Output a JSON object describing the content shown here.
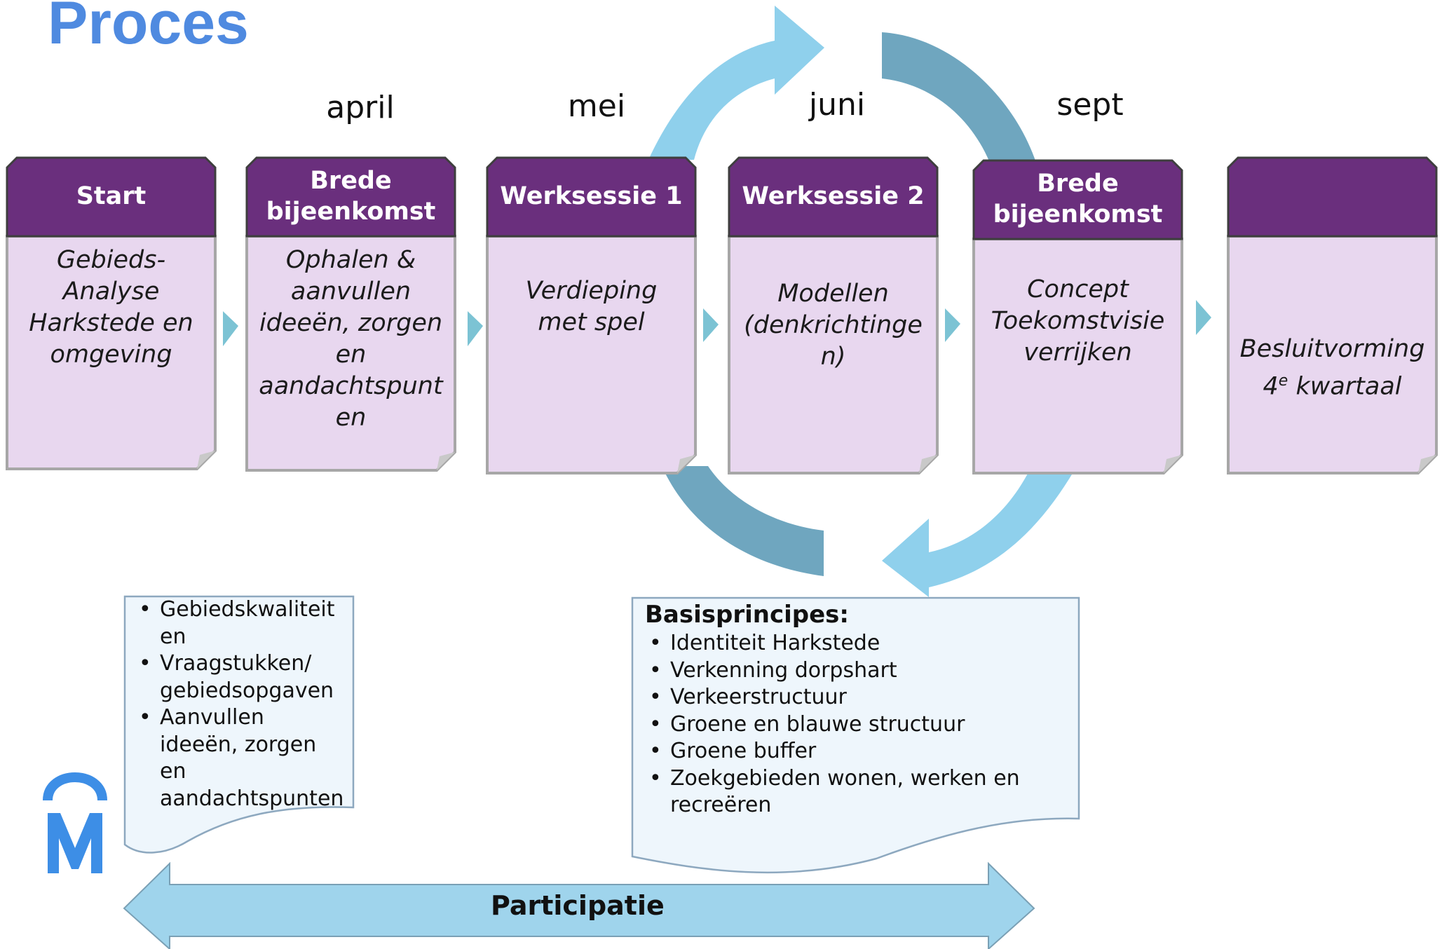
{
  "title": "Proces",
  "months": [
    "april",
    "mei",
    "juni",
    "sept"
  ],
  "steps": [
    {
      "header": "Start",
      "body": "Gebieds-\nAnalyse\nHarkstede en\nomgeving"
    },
    {
      "header": "Brede\nbijeenkomst",
      "body": "Ophalen &\naanvullen\nideeën, zorgen\nen\naandachtspunt\nen"
    },
    {
      "header": "Werksessie 1",
      "body": "Verdieping\nmet spel"
    },
    {
      "header": "Werksessie 2",
      "body": "Modellen\n(denkrichtinge\nn)"
    },
    {
      "header": "Brede\nbijeenkomst",
      "body": "Concept\nToekomstvisie\nverrijken"
    },
    {
      "header": "",
      "body_line1": "Besluitvorming",
      "body_num": "4",
      "body_sup": "e",
      "body_rest": " kwartaal"
    }
  ],
  "note_left": {
    "items": [
      "Gebiedskwaliteit en",
      "Vraagstukken/ gebiedsopgaven",
      "Aanvullen ideeën, zorgen en aandachtspunten"
    ]
  },
  "basisprincipes": {
    "title": "Basisprincipes:",
    "items": [
      "Identiteit Harkstede",
      "Verkenning dorpshart",
      "Verkeerstructuur",
      "Groene en blauwe structuur",
      "Groene buffer",
      "Zoekgebieden wonen, werken en recreëren"
    ]
  },
  "participatie": "Participatie",
  "logo": "M",
  "colors": {
    "title": "#4f8ae0",
    "card_header": "#6a2f7d",
    "card_body": "#e8d7ef",
    "card_border": "#a7a7a7",
    "cycle_light": "#8fd0ec",
    "cycle_dark": "#6fa6bf",
    "chevron": "#7cc3d4",
    "note_fill": "#eef6fc",
    "note_border": "#8da8bf",
    "double_arrow": "#9fd4ec",
    "logo": "#3d8ee6"
  }
}
